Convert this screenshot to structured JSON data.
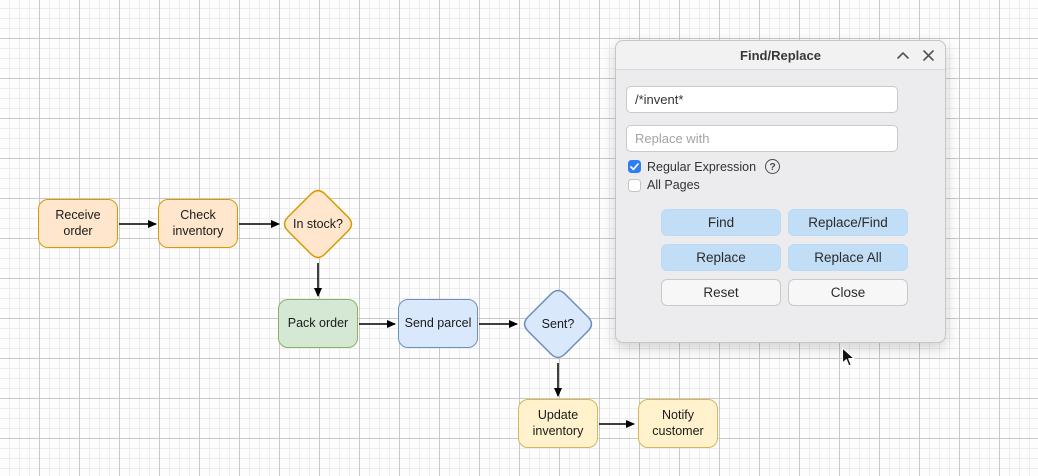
{
  "flowchart": {
    "nodes": [
      {
        "id": "receive-order",
        "label": "Receive order",
        "shape": "rounded-rect",
        "fill": "#ffe6cc",
        "stroke": "#d79b00"
      },
      {
        "id": "check-inventory",
        "label": "Check inventory",
        "shape": "rounded-rect",
        "fill": "#ffe6cc",
        "stroke": "#d79b00"
      },
      {
        "id": "in-stock",
        "label": "In stock?",
        "shape": "diamond",
        "fill": "#ffe6cc",
        "stroke": "#d79b00"
      },
      {
        "id": "pack-order",
        "label": "Pack order",
        "shape": "rounded-rect",
        "fill": "#d5e8d4",
        "stroke": "#82b366"
      },
      {
        "id": "send-parcel",
        "label": "Send parcel",
        "shape": "rounded-rect",
        "fill": "#dae8fc",
        "stroke": "#6c8ebf"
      },
      {
        "id": "sent",
        "label": "Sent?",
        "shape": "diamond",
        "fill": "#dae8fc",
        "stroke": "#6c8ebf"
      },
      {
        "id": "update-inventory",
        "label": "Update inventory",
        "shape": "rounded-rect",
        "fill": "#fff2cc",
        "stroke": "#d6b656"
      },
      {
        "id": "notify-customer",
        "label": "Notify customer",
        "shape": "rounded-rect",
        "fill": "#fff2cc",
        "stroke": "#d6b656"
      }
    ],
    "edges": [
      {
        "from": "receive-order",
        "to": "check-inventory"
      },
      {
        "from": "check-inventory",
        "to": "in-stock"
      },
      {
        "from": "in-stock",
        "to": "pack-order"
      },
      {
        "from": "pack-order",
        "to": "send-parcel"
      },
      {
        "from": "send-parcel",
        "to": "sent"
      },
      {
        "from": "sent",
        "to": "update-inventory"
      },
      {
        "from": "update-inventory",
        "to": "notify-customer"
      }
    ]
  },
  "dialog": {
    "title": "Find/Replace",
    "search": {
      "value": "/*invent*"
    },
    "replace": {
      "placeholder": "Replace with"
    },
    "options": [
      {
        "label": "Regular Expression",
        "checked": true,
        "has_help": true
      },
      {
        "label": "All Pages",
        "checked": false
      }
    ],
    "help_glyph": "?",
    "buttons": [
      {
        "label": "Find",
        "style": "primary"
      },
      {
        "label": "Replace/Find",
        "style": "primary"
      },
      {
        "label": "Replace",
        "style": "primary"
      },
      {
        "label": "Replace All",
        "style": "primary"
      },
      {
        "label": "Reset",
        "style": "secondary"
      },
      {
        "label": "Close",
        "style": "secondary"
      }
    ],
    "colors": {
      "primary_button": "#c1def6",
      "secondary_button": "#f7f7f8",
      "checkbox_checked": "#2e7df6",
      "dialog_background": "#ececee"
    }
  }
}
